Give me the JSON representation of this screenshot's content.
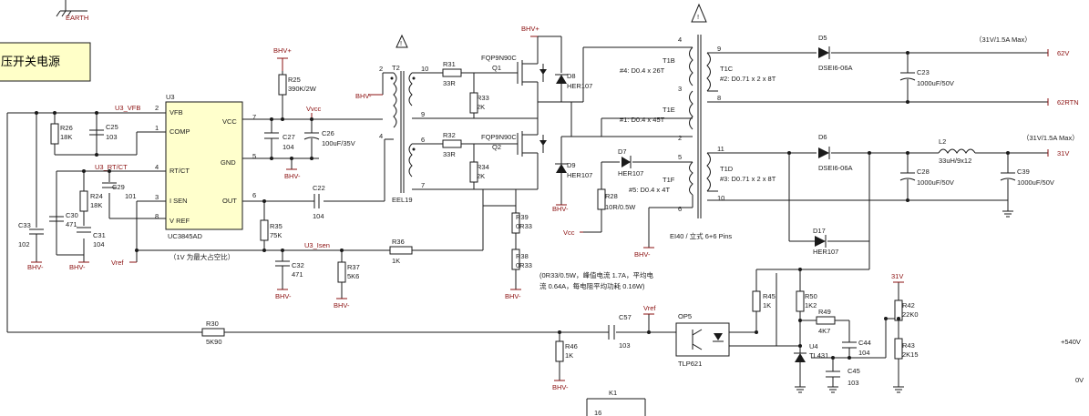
{
  "header": {
    "title": "压开关电源",
    "earth": "EARTH"
  },
  "ic": {
    "ref": "U3",
    "part": "UC3845AD",
    "pins": {
      "vfb": "VFB",
      "comp": "COMP",
      "rtct": "RT/CT",
      "isen": "I SEN",
      "vref": "V REF",
      "vcc": "VCC",
      "gnd": "GND",
      "out": "OUT"
    },
    "pin_numbers": [
      "2",
      "1",
      "4",
      "3",
      "8",
      "7",
      "5",
      "6"
    ],
    "note": "（1V 为最大占空比）"
  },
  "nets": {
    "u3_vfb": "U3_VFB",
    "u3_rtct": "U3_RT/CT",
    "u3_isen": "U3_Isen",
    "bhv_plus": "BHV+",
    "bhv_minus": "BHV-",
    "vvcc": "Vvcc",
    "vcc": "Vcc",
    "vref": "Vref",
    "out62v": "62V",
    "out62rtn": "62RTN",
    "out31v": "31V",
    "v540": "+540V",
    "v0": "0V"
  },
  "resistors": [
    {
      "ref": "R26",
      "value": "18K"
    },
    {
      "ref": "R25",
      "value": "390K/2W"
    },
    {
      "ref": "R24",
      "value": "18K"
    },
    {
      "ref": "R35",
      "value": "75K"
    },
    {
      "ref": "R37",
      "value": "5K6"
    },
    {
      "ref": "R36",
      "value": "1K"
    },
    {
      "ref": "R31",
      "value": "33R"
    },
    {
      "ref": "R33",
      "value": "2K"
    },
    {
      "ref": "R32",
      "value": "33R"
    },
    {
      "ref": "R34",
      "value": "2K"
    },
    {
      "ref": "R39",
      "value": "0R33"
    },
    {
      "ref": "R38",
      "value": "0R33"
    },
    {
      "ref": "R28",
      "value": "10R/0.5W"
    },
    {
      "ref": "R30",
      "value": "5K90"
    },
    {
      "ref": "R46",
      "value": "1K"
    },
    {
      "ref": "R45",
      "value": "1K"
    },
    {
      "ref": "R50",
      "value": "1K2"
    },
    {
      "ref": "R49",
      "value": "4K7"
    },
    {
      "ref": "R42",
      "value": "22K0"
    },
    {
      "ref": "R43",
      "value": "2K15"
    }
  ],
  "capacitors": [
    {
      "ref": "C25",
      "value": "103"
    },
    {
      "ref": "C27",
      "value": "104"
    },
    {
      "ref": "C26",
      "value": "100uF/35V"
    },
    {
      "ref": "C29",
      "value": "101"
    },
    {
      "ref": "C30",
      "value": "471"
    },
    {
      "ref": "C31",
      "value": "104"
    },
    {
      "ref": "C33",
      "value": "102"
    },
    {
      "ref": "C22",
      "value": "104"
    },
    {
      "ref": "C32",
      "value": "471"
    },
    {
      "ref": "C23",
      "value": "1000uF/50V"
    },
    {
      "ref": "C28",
      "value": "1000uF/50V"
    },
    {
      "ref": "C39",
      "value": "1000uF/50V"
    },
    {
      "ref": "C57",
      "value": "103"
    },
    {
      "ref": "C44",
      "value": "104"
    },
    {
      "ref": "C45",
      "value": "103"
    }
  ],
  "semis": {
    "q1": {
      "ref": "Q1",
      "part": "FQP9N90C"
    },
    "q2": {
      "ref": "Q2",
      "part": "FQP9N90C"
    },
    "d8": {
      "ref": "D8",
      "part": "HER107"
    },
    "d9": {
      "ref": "D9",
      "part": "HER107"
    },
    "d7": {
      "ref": "D7",
      "part": "HER107"
    },
    "d5": {
      "ref": "D5",
      "part": "DSEI6-06A"
    },
    "d6": {
      "ref": "D6",
      "part": "DSEI6-06A"
    },
    "d17": {
      "ref": "D17",
      "part": "HER107"
    },
    "op5": {
      "ref": "OP5",
      "part": "TLP621"
    },
    "u4": {
      "ref": "U4",
      "part": "TL431"
    },
    "k1": {
      "ref": "K1",
      "pin": "16"
    }
  },
  "transformers": {
    "t2": {
      "ref": "T2",
      "core": "EEL19",
      "pins": [
        "2",
        "4",
        "10",
        "9",
        "6",
        "7"
      ]
    },
    "t1": {
      "core": "EI40 / 立式 6+6 Pins",
      "pins": [
        "4",
        "3",
        "2",
        "5",
        "6",
        "9",
        "8",
        "11",
        "10"
      ],
      "t1b": "T1B",
      "t1b_spec": "#4: D0.4 x 26T",
      "t1e": "T1E",
      "t1e_spec": "#1: D0.4 x 45T",
      "t1f": "T1F",
      "t1f_spec": "#5: D0.4 x 4T",
      "t1c": "T1C",
      "t1c_spec": "#2: D0.71 x 2 x 8T",
      "t1d": "T1D",
      "t1d_spec": "#3: D0.71 x 2 x 8T"
    }
  },
  "inductor": {
    "ref": "L2",
    "value": "33uH/9x12"
  },
  "notes": {
    "out1_max": "（31V/1.5A Max）",
    "out2_max": "（31V/1.5A Max）",
    "sense_line1": "(0R33/0.5W，峰值电流 1.7A，平均电",
    "sense_line2": "流 0.64A，每电阻平均功耗 0.16W)"
  }
}
